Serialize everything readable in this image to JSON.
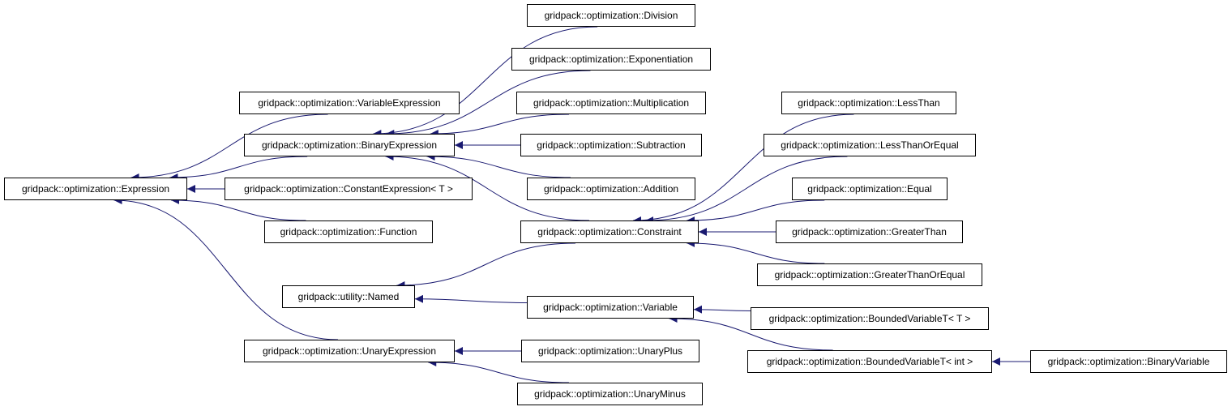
{
  "colors": {
    "edge": "#191970",
    "node_border": "#000000",
    "node_fill": "#ffffff",
    "text": "#000000"
  },
  "nodes": {
    "expression": "gridpack::optimization::Expression",
    "variable_expression": "gridpack::optimization::VariableExpression",
    "binary_expression": "gridpack::optimization::BinaryExpression",
    "constant_expression": "gridpack::optimization::ConstantExpression< T >",
    "function": "gridpack::optimization::Function",
    "unary_expression": "gridpack::optimization::UnaryExpression",
    "named": "gridpack::utility::Named",
    "division": "gridpack::optimization::Division",
    "exponentiation": "gridpack::optimization::Exponentiation",
    "multiplication": "gridpack::optimization::Multiplication",
    "subtraction": "gridpack::optimization::Subtraction",
    "addition": "gridpack::optimization::Addition",
    "constraint": "gridpack::optimization::Constraint",
    "variable": "gridpack::optimization::Variable",
    "unary_plus": "gridpack::optimization::UnaryPlus",
    "unary_minus": "gridpack::optimization::UnaryMinus",
    "less_than": "gridpack::optimization::LessThan",
    "less_than_or_equal": "gridpack::optimization::LessThanOrEqual",
    "equal": "gridpack::optimization::Equal",
    "greater_than": "gridpack::optimization::GreaterThan",
    "greater_than_or_equal": "gridpack::optimization::GreaterThanOrEqual",
    "bounded_variable_t": "gridpack::optimization::BoundedVariableT< T >",
    "bounded_variable_t_int": "gridpack::optimization::BoundedVariableT< int >",
    "binary_variable": "gridpack::optimization::BinaryVariable"
  },
  "edges": [
    {
      "from": "variable_expression",
      "to": "expression"
    },
    {
      "from": "binary_expression",
      "to": "expression"
    },
    {
      "from": "constant_expression",
      "to": "expression"
    },
    {
      "from": "function",
      "to": "expression"
    },
    {
      "from": "unary_expression",
      "to": "expression"
    },
    {
      "from": "division",
      "to": "binary_expression"
    },
    {
      "from": "exponentiation",
      "to": "binary_expression"
    },
    {
      "from": "multiplication",
      "to": "binary_expression"
    },
    {
      "from": "subtraction",
      "to": "binary_expression"
    },
    {
      "from": "addition",
      "to": "binary_expression"
    },
    {
      "from": "constraint",
      "to": "binary_expression"
    },
    {
      "from": "constraint",
      "to": "named"
    },
    {
      "from": "variable",
      "to": "named"
    },
    {
      "from": "less_than",
      "to": "constraint"
    },
    {
      "from": "less_than_or_equal",
      "to": "constraint"
    },
    {
      "from": "equal",
      "to": "constraint"
    },
    {
      "from": "greater_than",
      "to": "constraint"
    },
    {
      "from": "greater_than_or_equal",
      "to": "constraint"
    },
    {
      "from": "bounded_variable_t",
      "to": "variable"
    },
    {
      "from": "bounded_variable_t_int",
      "to": "variable"
    },
    {
      "from": "binary_variable",
      "to": "bounded_variable_t_int"
    },
    {
      "from": "unary_plus",
      "to": "unary_expression"
    },
    {
      "from": "unary_minus",
      "to": "unary_expression"
    }
  ]
}
